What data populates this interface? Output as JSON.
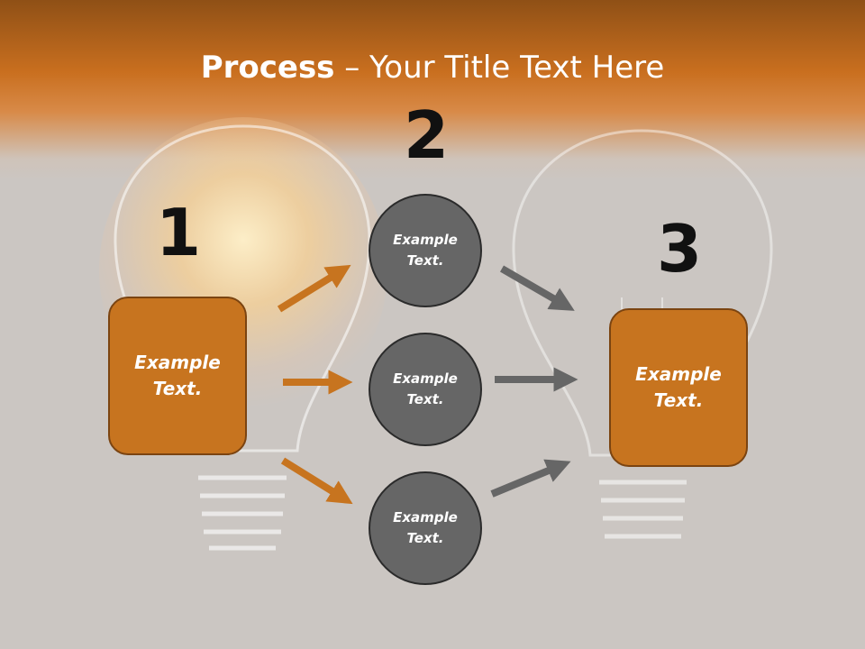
{
  "title": {
    "bold": "Process",
    "rest": " – Your Title Text Here"
  },
  "steps": {
    "one": "1",
    "two": "2",
    "three": "3"
  },
  "boxes": {
    "left": "Example\nText.",
    "right": "Example\nText."
  },
  "circles": [
    {
      "text": "Example\nText."
    },
    {
      "text": "Example\nText."
    },
    {
      "text": "Example\nText."
    }
  ],
  "colors": {
    "orange": "#c7741f",
    "gray": "#666666",
    "band": "#c96f1f"
  }
}
